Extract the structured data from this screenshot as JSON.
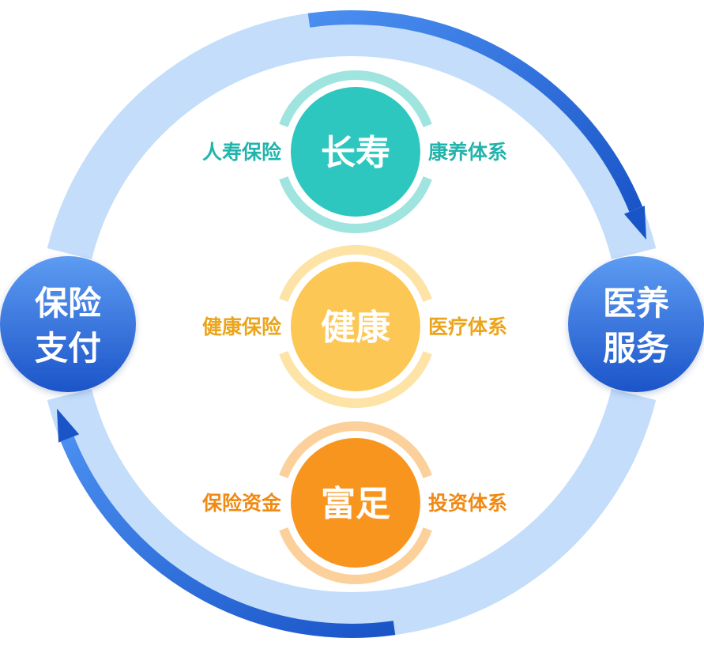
{
  "colors": {
    "ring_light": "#c3ddfa",
    "ring_dark_start": "#4a8ef0",
    "ring_dark_end": "#1a55c8",
    "side_circle_light": "#5d9bf2",
    "side_circle_dark": "#1c55c9",
    "teal": "#2ec7c0",
    "teal_light": "#9fe4df",
    "teal_text": "#22b4ac",
    "yellow": "#fcc755",
    "yellow_light": "#fde3a6",
    "yellow_text": "#eba51c",
    "orange": "#f8951f",
    "orange_light": "#fcd09a",
    "orange_text": "#ef8a14"
  },
  "left_circle": {
    "line1": "保险",
    "line2": "支付"
  },
  "right_circle": {
    "line1": "医养",
    "line2": "服务"
  },
  "centers": [
    {
      "label": "长寿",
      "left_tag": "人寿保险",
      "right_tag": "康养体系",
      "theme": "teal"
    },
    {
      "label": "健康",
      "left_tag": "健康保险",
      "right_tag": "医疗体系",
      "theme": "yellow"
    },
    {
      "label": "富足",
      "left_tag": "保险资金",
      "right_tag": "投资体系",
      "theme": "orange"
    }
  ]
}
